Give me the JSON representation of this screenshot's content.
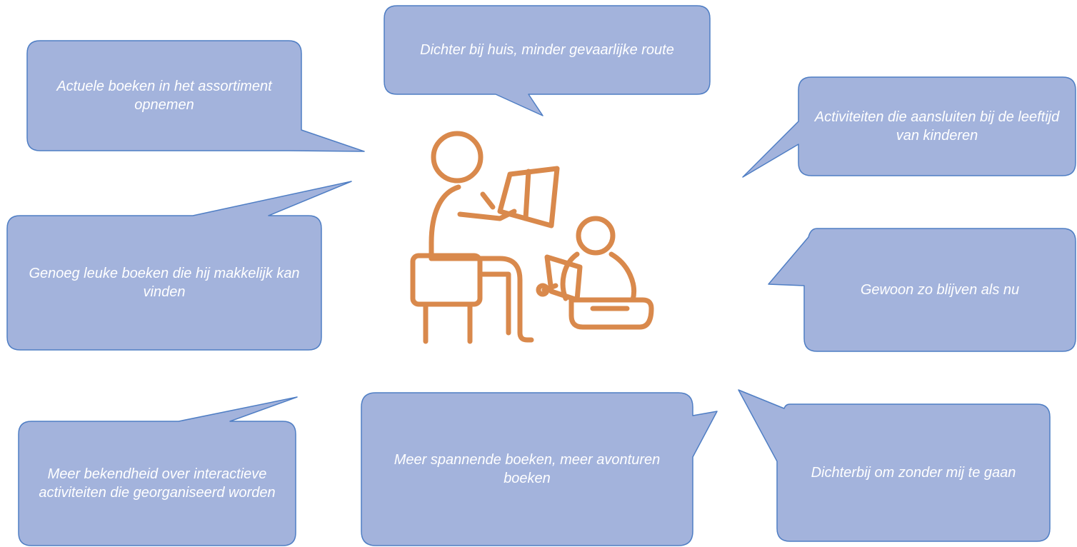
{
  "colors": {
    "bubble_fill": "#a3b3dc",
    "bubble_stroke": "#4f7ec4",
    "icon_stroke": "#d9894c",
    "text": "#ffffff"
  },
  "icon": "parent-reading-to-child-icon",
  "bubbles": [
    {
      "text": "Actuele boeken in het assortiment opnemen"
    },
    {
      "text": "Dichter bij huis, minder gevaarlijke route"
    },
    {
      "text": "Activiteiten die aansluiten bij de leeftijd van kinderen"
    },
    {
      "text": "Genoeg leuke boeken die hij makkelijk kan vinden"
    },
    {
      "text": "Gewoon zo blijven als nu"
    },
    {
      "text": "Meer bekendheid over interactieve activiteiten die georganiseerd worden"
    },
    {
      "text": "Meer spannende boeken, meer avonturen boeken"
    },
    {
      "text": "Dichterbij om zonder mij te gaan"
    }
  ]
}
